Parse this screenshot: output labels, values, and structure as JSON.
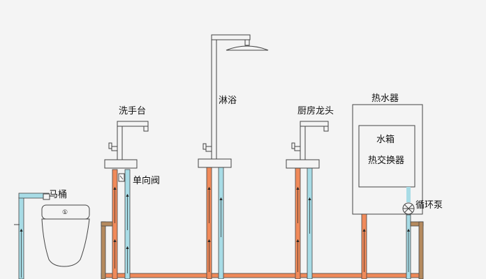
{
  "labels": {
    "toilet": "马桶",
    "washbasin": "洗手台",
    "check_valve": "单向阀",
    "shower": "淋浴",
    "kitchen_faucet": "厨房龙头",
    "water_heater": "热水器",
    "water_tank": "水箱",
    "heat_exchanger": "热交换器",
    "circulation_pump": "循环泵",
    "toilet_marker": "①"
  },
  "colors": {
    "hot_pipe": "#f08a5a",
    "cold_pipe": "#a8dce6",
    "brown_pipe": "#b58a5e",
    "fixture": "#f4f4f4",
    "outline": "#444444"
  },
  "icons": [
    "shower-head-icon",
    "faucet-icon",
    "check-valve-icon",
    "pump-icon",
    "flow-arrow-icon"
  ]
}
